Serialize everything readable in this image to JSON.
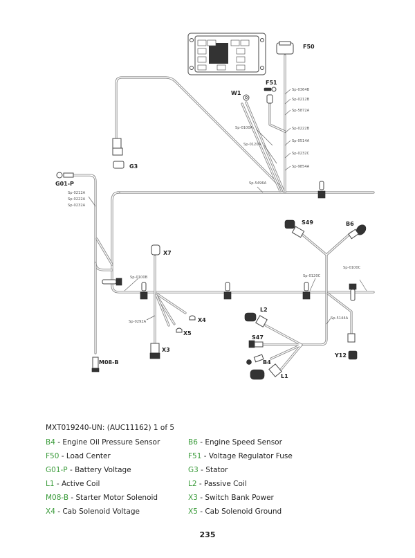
{
  "diagram": {
    "component_labels": {
      "F50": "F50",
      "F51": "F51",
      "W1": "W1",
      "G3": "G3",
      "G01P": "G01-P",
      "X7": "X7",
      "X4": "X4",
      "X5": "X5",
      "X3": "X3",
      "M08B": "M08-B",
      "S49": "S49",
      "B6": "B6",
      "L2": "L2",
      "S47": "S47",
      "B4": "B4",
      "L1": "L1",
      "Y12": "Y12"
    },
    "splice_labels": {
      "sp0364B": "Sp-0364B",
      "sp0212B": "Sp-0212B",
      "sp5872A": "Sp-5872A",
      "sp0222B": "Sp-0222B",
      "sp0514A": "Sp-0514A",
      "sp0232C": "Sp-0232C",
      "sp9854A": "Sp-9854A",
      "sp0100A": "Sp-0100A",
      "sp0120A": "Sp-0120A",
      "sp5496A": "Sp-5496A",
      "sp0212A": "Sp-0212A",
      "sp0222A": "Sp-0222A",
      "sp0232A": "Sp-0232A",
      "sp0100B": "Sp-0100B",
      "sp0292A": "Sp-0292A",
      "sp0120C": "Sp-0120C",
      "sp0100C": "Sp-0100C",
      "sp5144A": "Sp-5144A"
    }
  },
  "caption": "MXT019240-UN: (AUC11162) 1 of 5",
  "legend": [
    {
      "code": "B4",
      "desc": " - Engine Oil Pressure Sensor"
    },
    {
      "code": "B6",
      "desc": " - Engine Speed Sensor"
    },
    {
      "code": "F50",
      "desc": " - Load Center"
    },
    {
      "code": "F51",
      "desc": " - Voltage Regulator Fuse"
    },
    {
      "code": "G01-P",
      "desc": " - Battery Voltage"
    },
    {
      "code": "G3",
      "desc": " - Stator"
    },
    {
      "code": "L1",
      "desc": " - Active Coil"
    },
    {
      "code": "L2",
      "desc": " - Passive Coil"
    },
    {
      "code": "M08-B",
      "desc": " - Starter Motor Solenoid"
    },
    {
      "code": "X3",
      "desc": " - Switch Bank Power"
    },
    {
      "code": "X4",
      "desc": " - Cab Solenoid Voltage"
    },
    {
      "code": "X5",
      "desc": " - Cab Solenoid Ground"
    }
  ],
  "page_number": "235",
  "colors": {
    "legend_code": "#3a9b3a",
    "wire": "#8a8a8a",
    "text": "#222222"
  }
}
